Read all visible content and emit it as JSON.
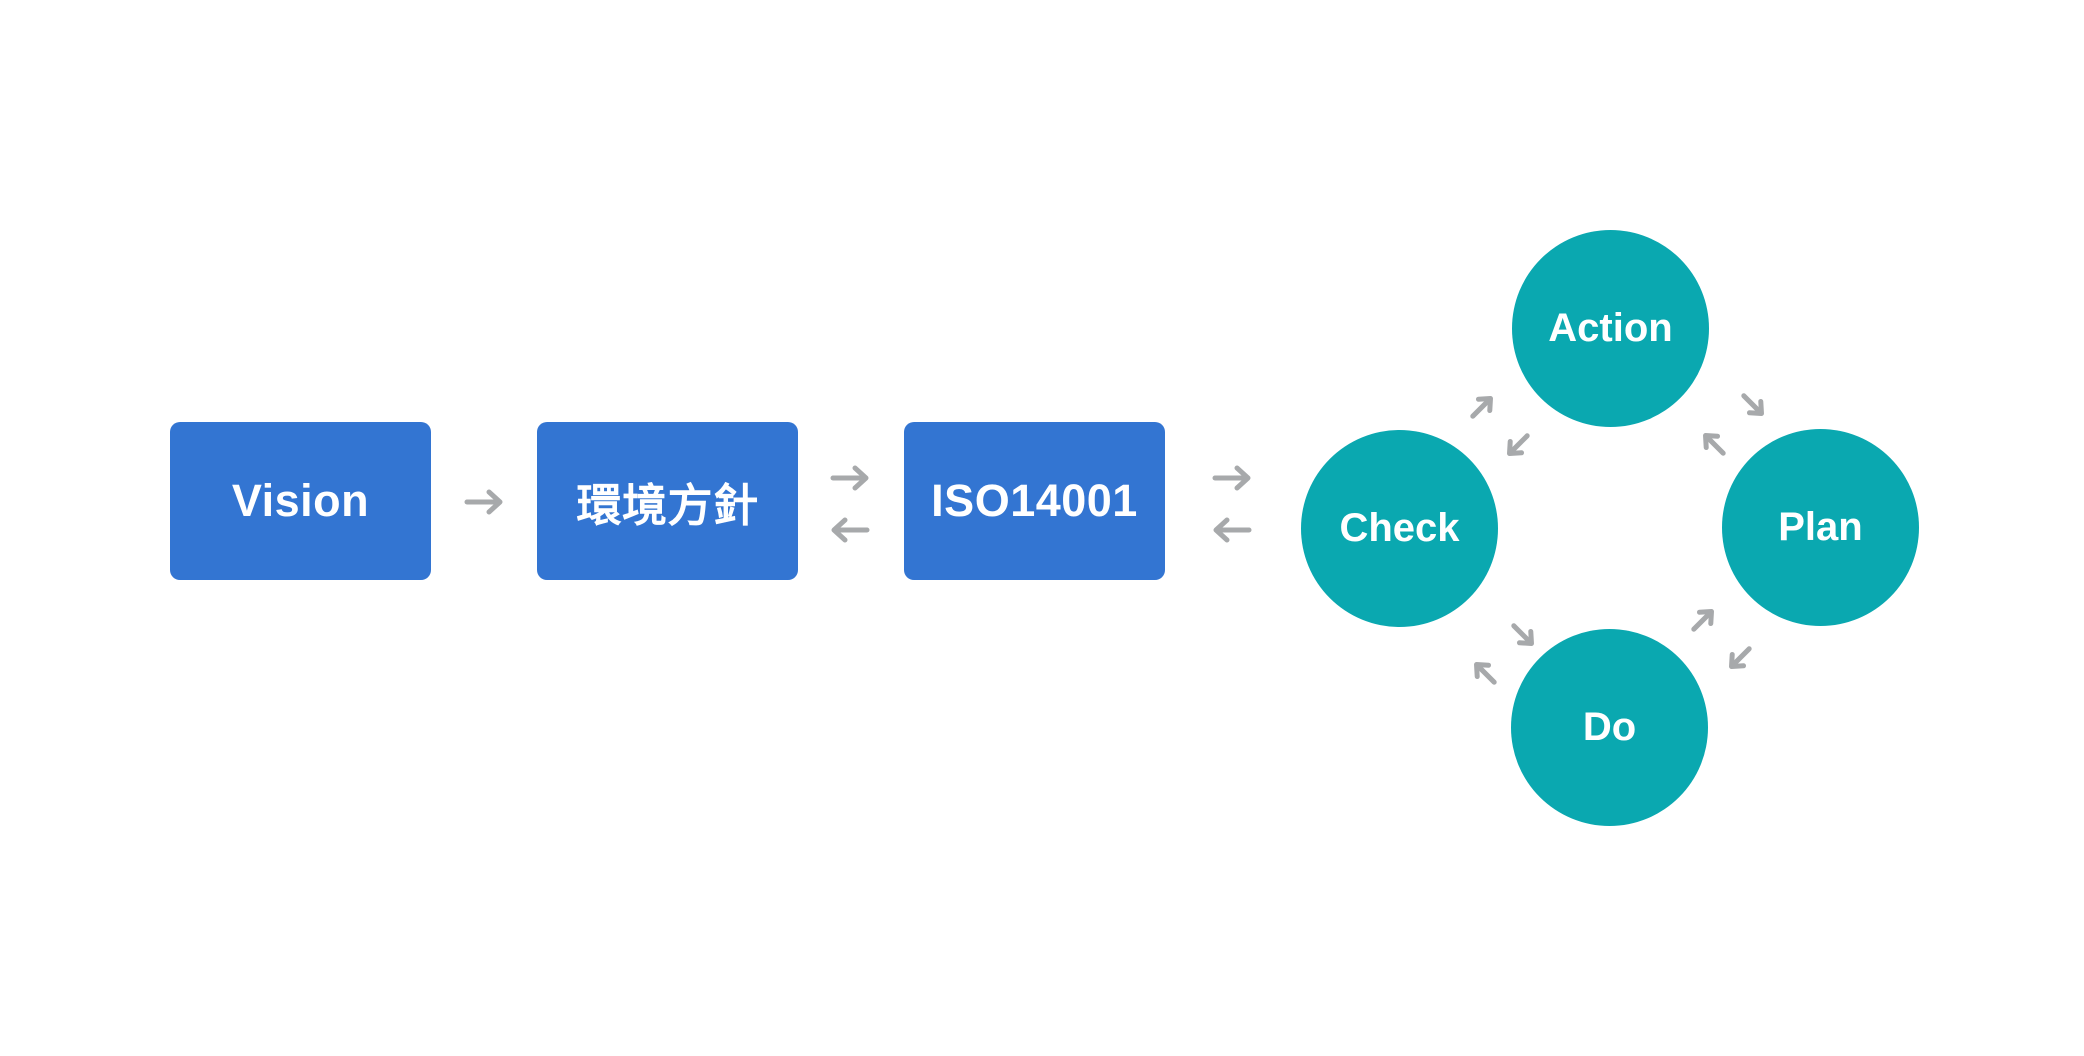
{
  "diagram": {
    "background": "#ffffff",
    "colors": {
      "box_blue": "#3375d2",
      "circle_teal": "#0aa8b0",
      "arrow_gray": "#a7a9ab",
      "label_white": "#ffffff"
    },
    "flow": {
      "boxes": [
        {
          "id": "vision",
          "label": "Vision"
        },
        {
          "id": "environment-policy",
          "label": "環境方針"
        },
        {
          "id": "iso14001",
          "label": "ISO14001"
        }
      ]
    },
    "pdca": {
      "circles": [
        {
          "id": "action",
          "label": "Action",
          "position": "top"
        },
        {
          "id": "plan",
          "label": "Plan",
          "position": "right"
        },
        {
          "id": "do",
          "label": "Do",
          "position": "bottom"
        },
        {
          "id": "check",
          "label": "Check",
          "position": "left"
        }
      ]
    },
    "connections": [
      {
        "from": "Vision",
        "to": "環境方針",
        "type": "one-way"
      },
      {
        "from": "環境方針",
        "to": "ISO14001",
        "type": "two-way"
      },
      {
        "from": "ISO14001",
        "to": "Check",
        "type": "two-way"
      },
      {
        "from": "Check",
        "to": "Action",
        "type": "two-way"
      },
      {
        "from": "Action",
        "to": "Plan",
        "type": "two-way"
      },
      {
        "from": "Plan",
        "to": "Do",
        "type": "two-way"
      },
      {
        "from": "Do",
        "to": "Check",
        "type": "two-way"
      }
    ],
    "icons": {
      "arrow_right": "→",
      "arrow_left": "←",
      "arrow_up_right": "↗",
      "arrow_down_right": "↘",
      "arrow_down_left": "↙",
      "arrow_up_left": "↖"
    }
  }
}
